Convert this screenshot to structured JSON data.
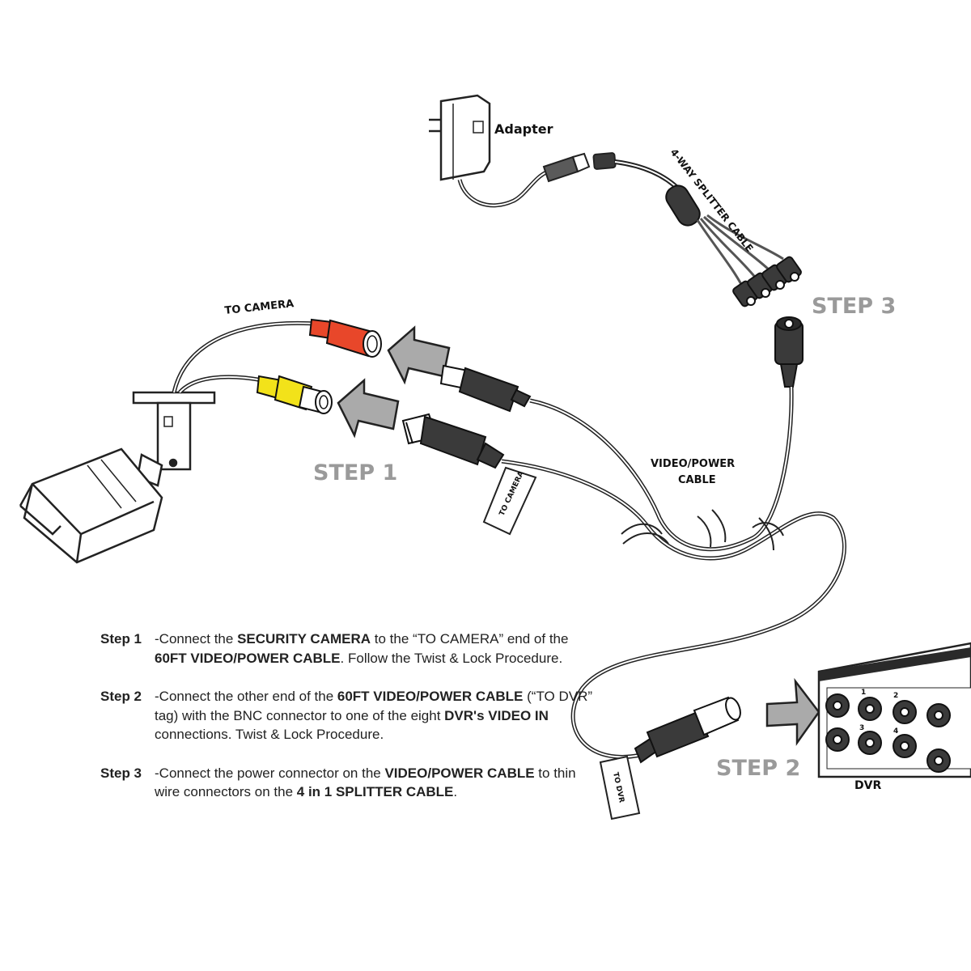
{
  "labels": {
    "adapter": "Adapter",
    "splitter_cable": "4-WAY SPLITTER CABLE",
    "to_camera": "TO CAMERA",
    "video_power_line1": "VIDEO/POWER",
    "video_power_line2": "CABLE",
    "tag_to_camera": "TO CAMERA",
    "tag_to_dvr": "TO DVR",
    "dvr": "DVR",
    "video_in": "VIDEO IN",
    "port_numbers": [
      "1",
      "2",
      "3",
      "4"
    ]
  },
  "steps": {
    "step1": "STEP 1",
    "step2": "STEP 2",
    "step3": "STEP 3"
  },
  "instructions": [
    {
      "name": "Step 1",
      "parts": [
        {
          "t": "-Connect the ",
          "b": false
        },
        {
          "t": "SECURITY CAMERA",
          "b": true
        },
        {
          "t": " to the “TO CAMERA” end of the ",
          "b": false
        },
        {
          "t": "60FT VIDEO/POWER CABLE",
          "b": true
        },
        {
          "t": ". Follow the Twist & Lock Procedure.",
          "b": false
        }
      ]
    },
    {
      "name": "Step 2",
      "parts": [
        {
          "t": "-Connect the other end of the ",
          "b": false
        },
        {
          "t": "60FT VIDEO/POWER CABLE",
          "b": true
        },
        {
          "t": " (“TO DVR” tag) with the BNC connector to one of the eight ",
          "b": false
        },
        {
          "t": "DVR's VIDEO IN",
          "b": true
        },
        {
          "t": " connections. Twist & Lock Procedure.",
          "b": false
        }
      ]
    },
    {
      "name": "Step 3",
      "parts": [
        {
          "t": "-Connect the power connector on the ",
          "b": false
        },
        {
          "t": "VIDEO/POWER CABLE",
          "b": true
        },
        {
          "t": " to thin wire connectors on the ",
          "b": false
        },
        {
          "t": "4 in 1 SPLITTER CABLE",
          "b": true
        },
        {
          "t": ".",
          "b": false
        }
      ]
    }
  ],
  "colors": {
    "power_connector": "#e8472a",
    "video_connector": "#f2e21a",
    "step_label": "#9a9a9a",
    "connector_dark": "#3a3a3a"
  }
}
